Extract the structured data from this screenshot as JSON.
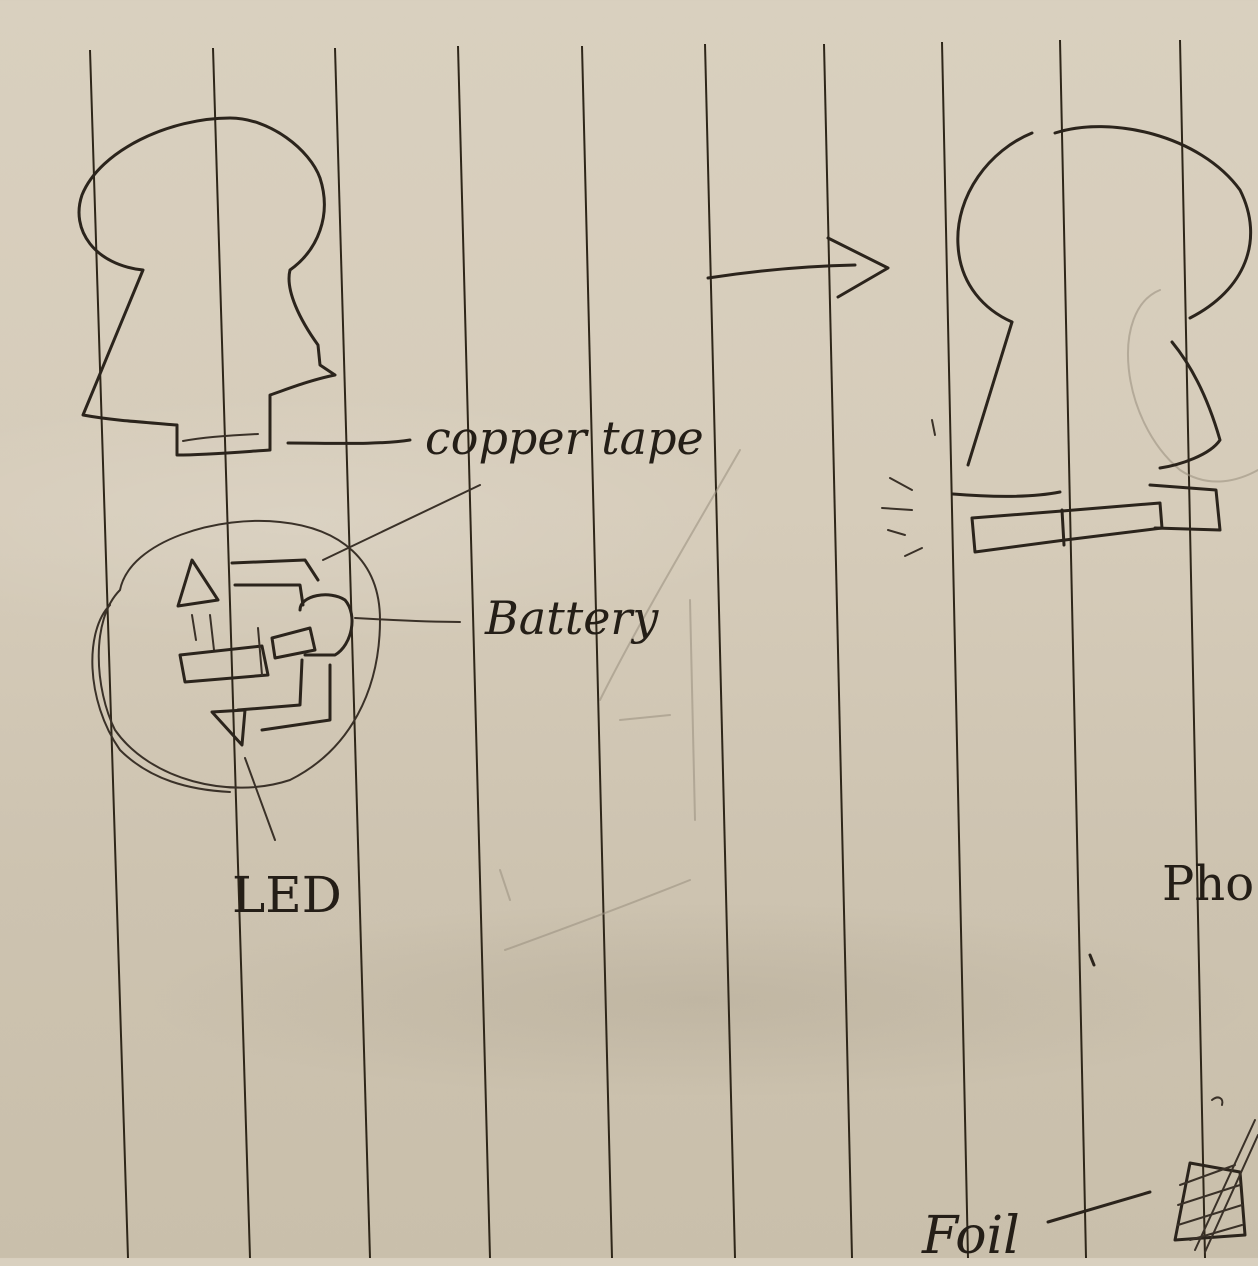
{
  "page": {
    "type": "hand-drawn sketch on lined notebook paper",
    "paper_color": "#d6ccba",
    "ink_color": "#2b241c",
    "rule_color": "#2e2619"
  },
  "sketches": {
    "left_profile_head": {
      "description": "head silhouette in profile with copper tape at neck base"
    },
    "circuit_detail": {
      "description": "circled close-up of circuit with LED, coin battery and copper tape traces"
    },
    "right_profile_head": {
      "description": "second head silhouette with extended base strip and light-emission marks"
    },
    "arrow": {
      "direction": "right"
    },
    "bottom_right_partial": {
      "description": "hatched square (foil) with diagonal line, partially cut off"
    }
  },
  "labels": {
    "copper_tape": "copper tape",
    "battery": "Battery",
    "led": "LED",
    "partial_top_right": "Pho",
    "foil": "Foil"
  }
}
